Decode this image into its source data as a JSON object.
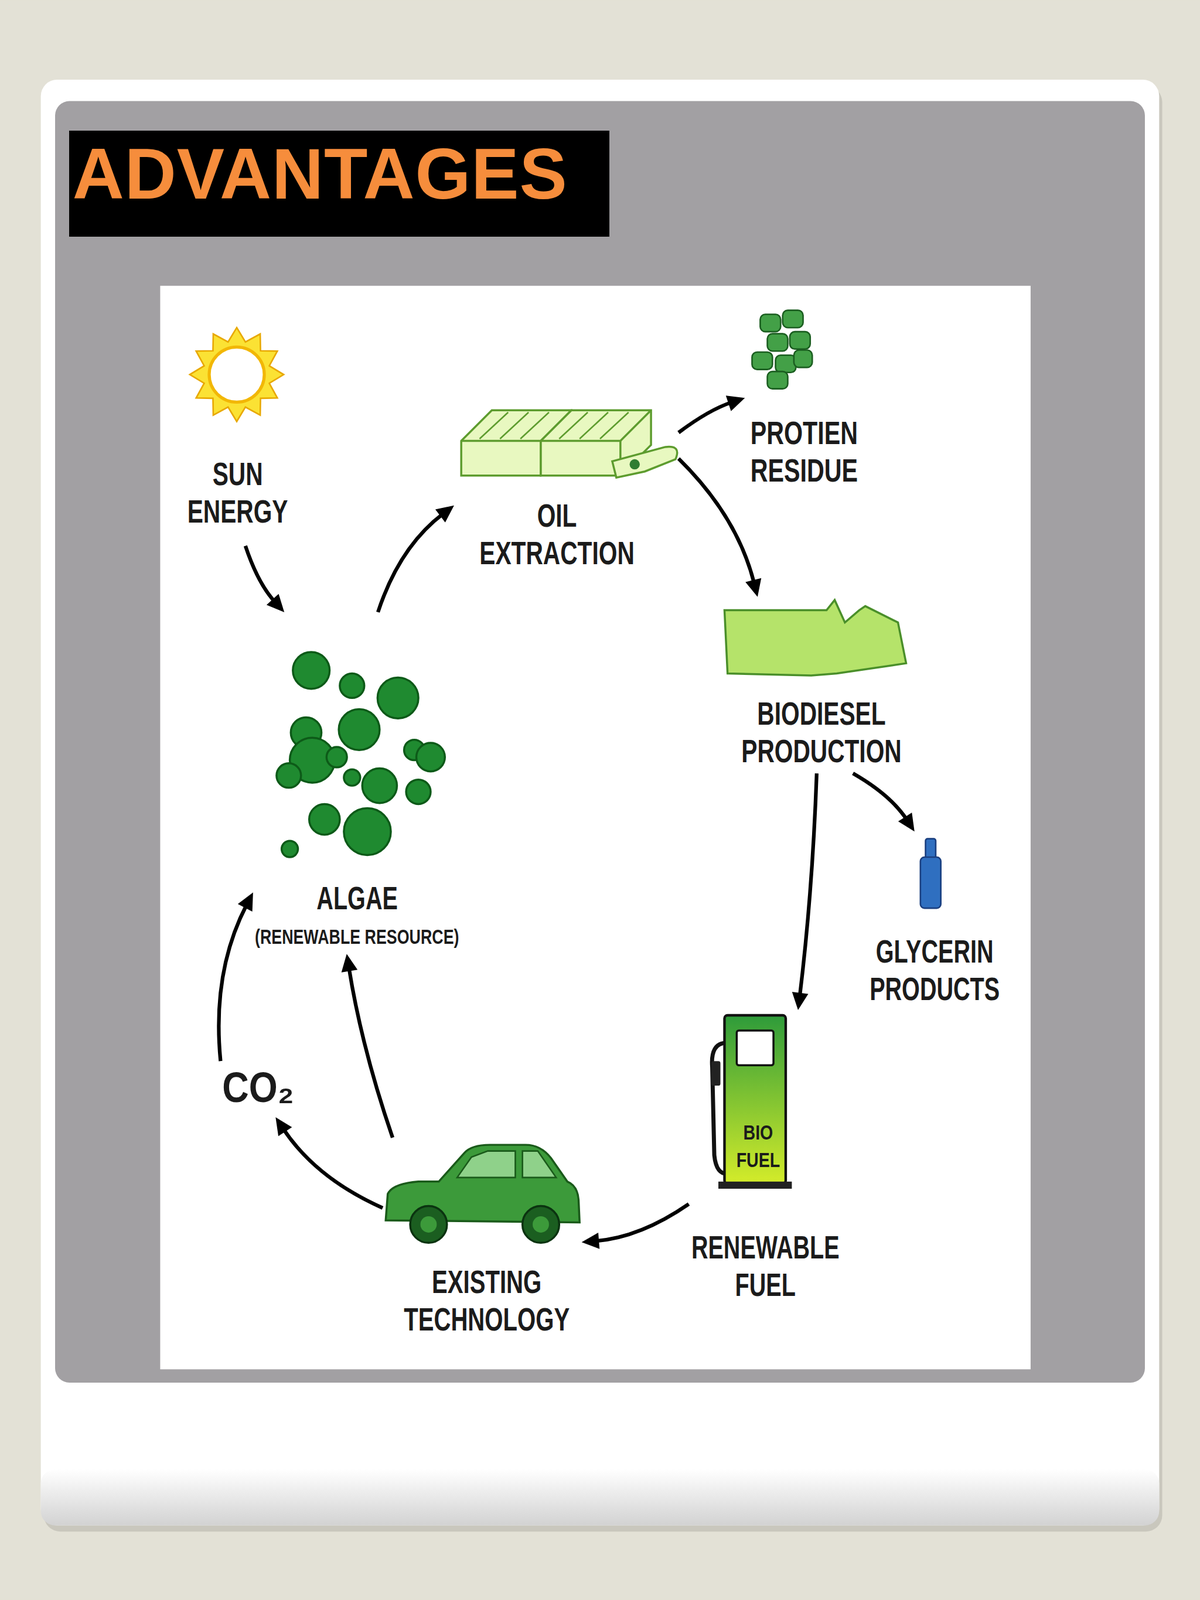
{
  "diagram": {
    "title": "ADVANTAGES",
    "nodes": [
      {
        "text": [
          "SUN ENERGY"
        ]
      },
      {
        "text": [
          "OIL EXTRACTION"
        ]
      },
      {
        "text": [
          "PROTIEN RESIDUE"
        ]
      },
      {
        "text": [
          "ALGAE",
          "(RENEWABLE RESOURCE)"
        ]
      },
      {
        "text": [
          "BIODIESEL PRODUCTION"
        ]
      },
      {
        "text": [
          "GLYCERIN PRODUCTS"
        ]
      },
      {
        "text": [
          "CO₂"
        ]
      },
      {
        "text": [
          "BIO FUEL",
          "RENEWABLE FUEL"
        ]
      },
      {
        "text": [
          "EXISTING TECHNOLOGY"
        ]
      }
    ],
    "edges": [
      {
        "from": 0,
        "to": 3,
        "arrow": "to"
      },
      {
        "from": 3,
        "to": 1,
        "arrow": "to"
      },
      {
        "from": 1,
        "to": 2,
        "arrow": "to"
      },
      {
        "from": 1,
        "to": 4,
        "arrow": "to"
      },
      {
        "from": 4,
        "to": 5,
        "arrow": "to"
      },
      {
        "from": 4,
        "to": 7,
        "arrow": "to"
      },
      {
        "from": 7,
        "to": 8,
        "arrow": "to"
      },
      {
        "from": 8,
        "to": 6,
        "arrow": "to"
      },
      {
        "from": 6,
        "to": 3,
        "arrow": "to"
      },
      {
        "from": 8,
        "to": 3,
        "arrow": "to"
      }
    ]
  }
}
